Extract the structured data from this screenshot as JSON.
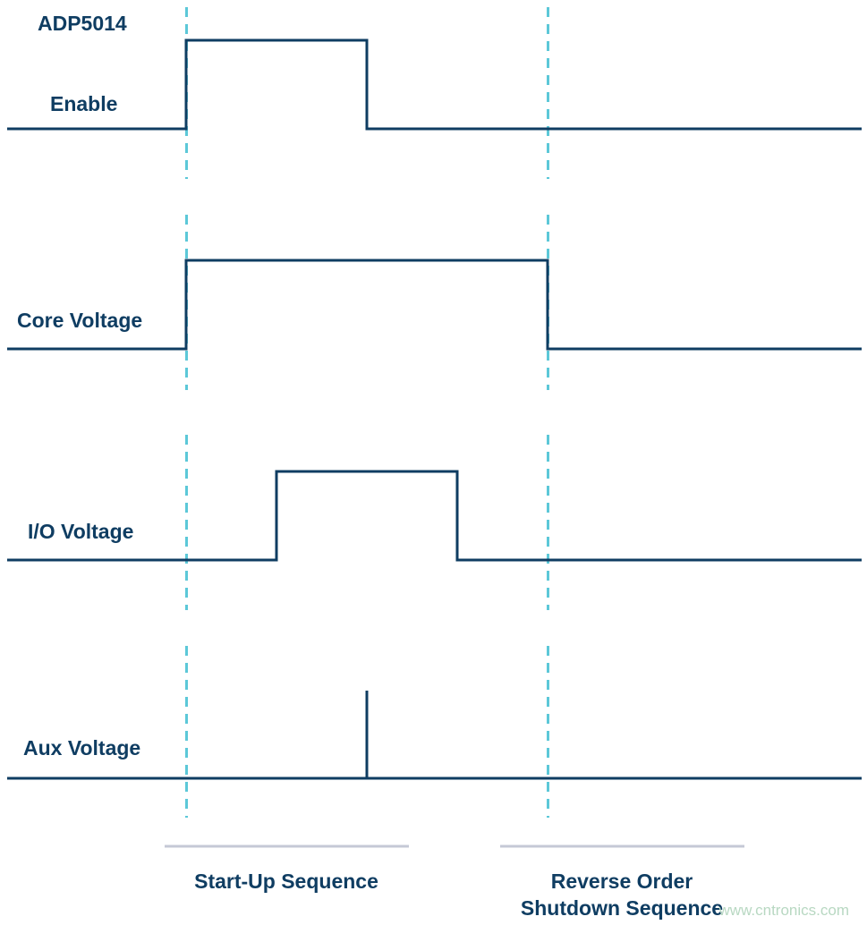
{
  "header": {
    "device": "ADP5014"
  },
  "signals": [
    {
      "label": "Enable",
      "rise": 0,
      "fall": 2
    },
    {
      "label": "Core Voltage",
      "rise": 0,
      "fall": 4
    },
    {
      "label": "I/O Voltage",
      "rise": 1,
      "fall": 3
    },
    {
      "label": "Aux Voltage",
      "rise": 2,
      "fall": 2
    }
  ],
  "phases": {
    "startup": "Start-Up Sequence",
    "shutdown_line1": "Reverse Order",
    "shutdown_line2": "Shutdown Sequence"
  },
  "watermark": "www.cntronics.com",
  "colors": {
    "trace": "#0f3d62",
    "marker": "#5cc8d8",
    "phase_bar": "#c5c8d6"
  }
}
